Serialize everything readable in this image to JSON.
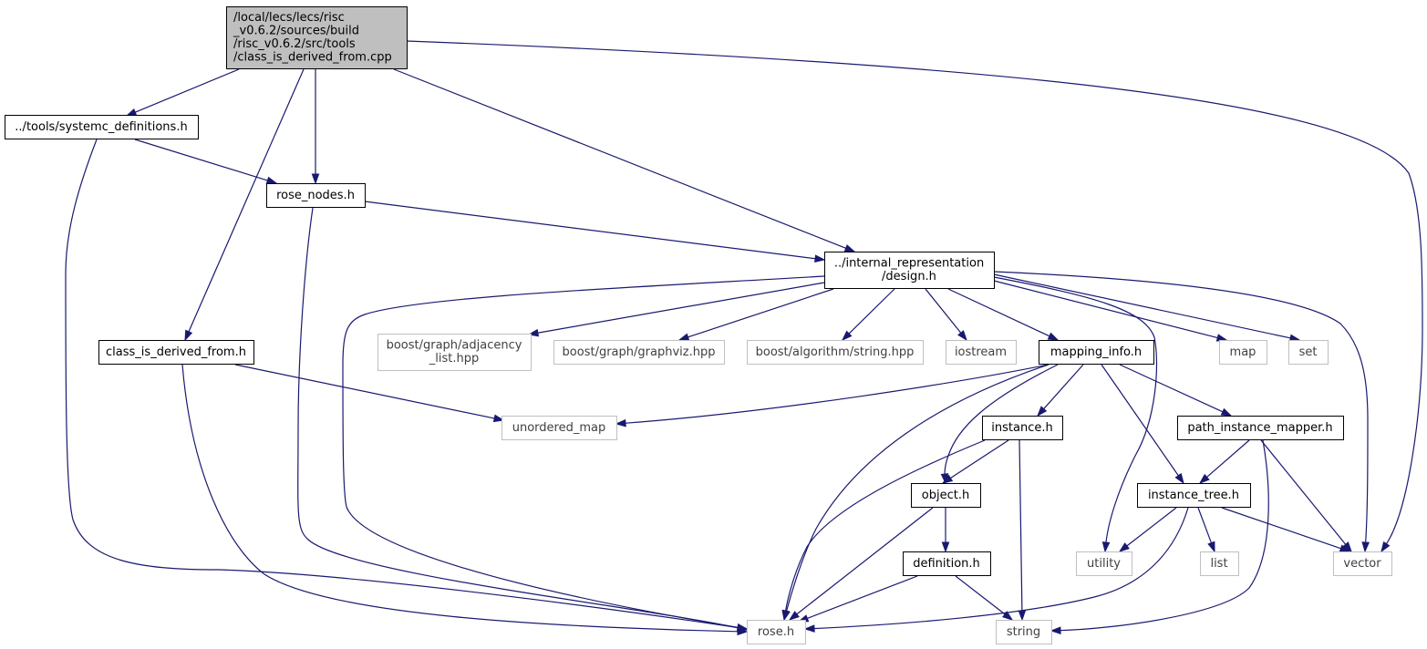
{
  "graph": {
    "type": "include-dependency-graph",
    "colors": {
      "edge": "#191970",
      "root_fill": "#bfbfbf",
      "documented_border": "#000000",
      "undocumented_border": "#bfbfbf",
      "undocumented_text": "#404040"
    },
    "nodes": [
      {
        "id": "root",
        "kind": "root",
        "lines": [
          "/local/lecs/lecs/risc",
          "_v0.6.2/sources/build",
          "/risc_v0.6.2/src/tools",
          "/class_is_derived_from.cpp"
        ]
      },
      {
        "id": "systemc_definitions",
        "kind": "documented",
        "lines": [
          "../tools/systemc_definitions.h"
        ]
      },
      {
        "id": "rose_nodes",
        "kind": "documented",
        "lines": [
          "rose_nodes.h"
        ]
      },
      {
        "id": "design",
        "kind": "documented",
        "lines": [
          "../internal_representation",
          "/design.h"
        ]
      },
      {
        "id": "class_is_derived_from",
        "kind": "documented",
        "lines": [
          "class_is_derived_from.h"
        ]
      },
      {
        "id": "adjacency_list",
        "kind": "external",
        "lines": [
          "boost/graph/adjacency",
          "_list.hpp"
        ]
      },
      {
        "id": "graphviz",
        "kind": "external",
        "lines": [
          "boost/graph/graphviz.hpp"
        ]
      },
      {
        "id": "algorithm_string",
        "kind": "external",
        "lines": [
          "boost/algorithm/string.hpp"
        ]
      },
      {
        "id": "iostream",
        "kind": "external",
        "lines": [
          "iostream"
        ]
      },
      {
        "id": "mapping_info",
        "kind": "documented",
        "lines": [
          "mapping_info.h"
        ]
      },
      {
        "id": "map",
        "kind": "external",
        "lines": [
          "map"
        ]
      },
      {
        "id": "set",
        "kind": "external",
        "lines": [
          "set"
        ]
      },
      {
        "id": "unordered_map",
        "kind": "external",
        "lines": [
          "unordered_map"
        ]
      },
      {
        "id": "instance",
        "kind": "documented",
        "lines": [
          "instance.h"
        ]
      },
      {
        "id": "path_instance_mapper",
        "kind": "documented",
        "lines": [
          "path_instance_mapper.h"
        ]
      },
      {
        "id": "object",
        "kind": "documented",
        "lines": [
          "object.h"
        ]
      },
      {
        "id": "instance_tree",
        "kind": "documented",
        "lines": [
          "instance_tree.h"
        ]
      },
      {
        "id": "definition",
        "kind": "documented",
        "lines": [
          "definition.h"
        ]
      },
      {
        "id": "utility",
        "kind": "external",
        "lines": [
          "utility"
        ]
      },
      {
        "id": "list",
        "kind": "external",
        "lines": [
          "list"
        ]
      },
      {
        "id": "vector",
        "kind": "external",
        "lines": [
          "vector"
        ]
      },
      {
        "id": "rose",
        "kind": "external",
        "lines": [
          "rose.h"
        ]
      },
      {
        "id": "string",
        "kind": "external",
        "lines": [
          "string"
        ]
      }
    ],
    "edges": [
      {
        "from": "root",
        "to": "systemc_definitions"
      },
      {
        "from": "root",
        "to": "class_is_derived_from"
      },
      {
        "from": "root",
        "to": "rose_nodes"
      },
      {
        "from": "root",
        "to": "design"
      },
      {
        "from": "root",
        "to": "vector"
      },
      {
        "from": "systemc_definitions",
        "to": "rose_nodes"
      },
      {
        "from": "systemc_definitions",
        "to": "rose"
      },
      {
        "from": "rose_nodes",
        "to": "design"
      },
      {
        "from": "rose_nodes",
        "to": "rose"
      },
      {
        "from": "class_is_derived_from",
        "to": "unordered_map"
      },
      {
        "from": "class_is_derived_from",
        "to": "rose"
      },
      {
        "from": "design",
        "to": "rose"
      },
      {
        "from": "design",
        "to": "adjacency_list"
      },
      {
        "from": "design",
        "to": "graphviz"
      },
      {
        "from": "design",
        "to": "algorithm_string"
      },
      {
        "from": "design",
        "to": "iostream"
      },
      {
        "from": "design",
        "to": "mapping_info"
      },
      {
        "from": "design",
        "to": "utility"
      },
      {
        "from": "design",
        "to": "map"
      },
      {
        "from": "design",
        "to": "set"
      },
      {
        "from": "design",
        "to": "vector"
      },
      {
        "from": "mapping_info",
        "to": "unordered_map"
      },
      {
        "from": "mapping_info",
        "to": "rose"
      },
      {
        "from": "mapping_info",
        "to": "object"
      },
      {
        "from": "mapping_info",
        "to": "instance"
      },
      {
        "from": "mapping_info",
        "to": "instance_tree"
      },
      {
        "from": "mapping_info",
        "to": "path_instance_mapper"
      },
      {
        "from": "instance",
        "to": "rose"
      },
      {
        "from": "instance",
        "to": "object"
      },
      {
        "from": "instance",
        "to": "string"
      },
      {
        "from": "path_instance_mapper",
        "to": "instance_tree"
      },
      {
        "from": "path_instance_mapper",
        "to": "vector"
      },
      {
        "from": "path_instance_mapper",
        "to": "string"
      },
      {
        "from": "object",
        "to": "definition"
      },
      {
        "from": "object",
        "to": "rose"
      },
      {
        "from": "definition",
        "to": "rose"
      },
      {
        "from": "definition",
        "to": "string"
      },
      {
        "from": "instance_tree",
        "to": "utility"
      },
      {
        "from": "instance_tree",
        "to": "list"
      },
      {
        "from": "instance_tree",
        "to": "vector"
      },
      {
        "from": "instance_tree",
        "to": "rose"
      }
    ]
  }
}
